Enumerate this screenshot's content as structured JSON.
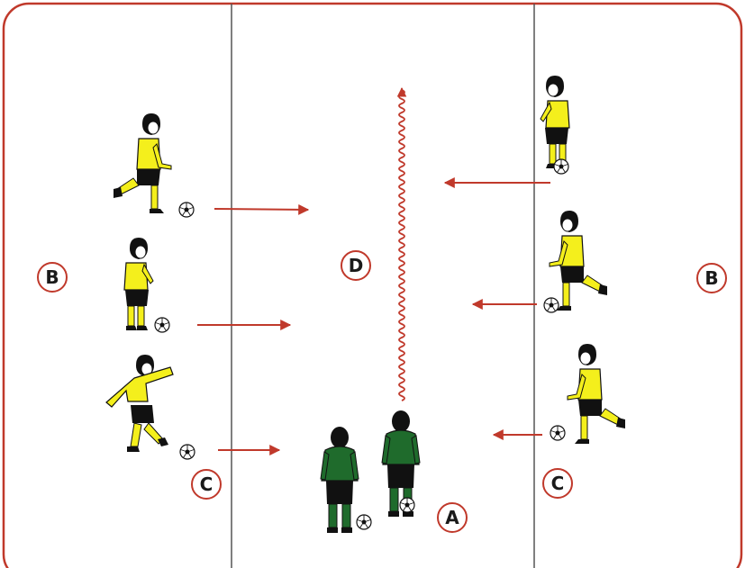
{
  "labels": {
    "b_left": "B",
    "b_right": "B",
    "c_left": "C",
    "c_right": "C",
    "d": "D",
    "a": "A"
  },
  "colors": {
    "boundary": "#c0392b",
    "arrow": "#c0392b",
    "divider": "#555555",
    "yellow_jersey": "#f4ef1c",
    "green_jersey": "#1f6b2c",
    "shorts": "#111111",
    "label_circle": "#c0392b"
  }
}
